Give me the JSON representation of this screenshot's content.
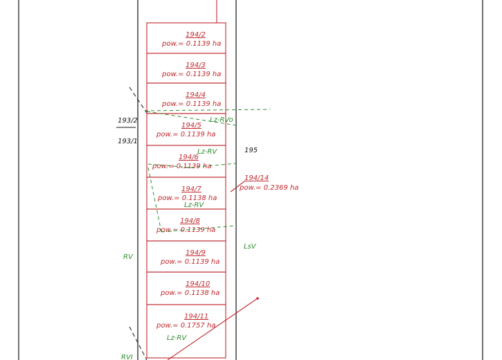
{
  "colors": {
    "parcel": "#c0262b",
    "landuse": "#2e8b2e",
    "outline": "#111111"
  },
  "parcels": [
    {
      "number": "194/2",
      "area": "pow.= 0.1139 ha"
    },
    {
      "number": "194/3",
      "area": "pow.= 0.1139 ha"
    },
    {
      "number": "194/4",
      "area": "pow.= 0.1139 ha"
    },
    {
      "number": "194/5",
      "area": "pow.= 0.1139 ha"
    },
    {
      "number": "194/6",
      "area": "pow.= 0.1139 ha"
    },
    {
      "number": "194/7",
      "area": "pow.= 0.1138 ha"
    },
    {
      "number": "194/8",
      "area": "pow.= 0.1139 ha"
    },
    {
      "number": "194/9",
      "area": "pow.= 0.1139 ha"
    },
    {
      "number": "194/10",
      "area": "pow.= 0.1138 ha"
    },
    {
      "number": "194/11",
      "area": "pow.= 0.1757 ha"
    }
  ],
  "outer_parcel": {
    "number": "194/14",
    "area": "pow.= 0.2369 ha"
  },
  "neighbour_labels": {
    "top": "193/2",
    "bottom": "193/1",
    "right": "195"
  },
  "landuse_labels": {
    "lz_rvo": "Lz-RVo",
    "lz_rv_upper": "Lz-RV",
    "lz_rv_middle": "Lz-RV",
    "lz_rv_lower": "Lz-RV",
    "lsv": "LsV",
    "rv": "RV",
    "rvi": "RVI"
  }
}
